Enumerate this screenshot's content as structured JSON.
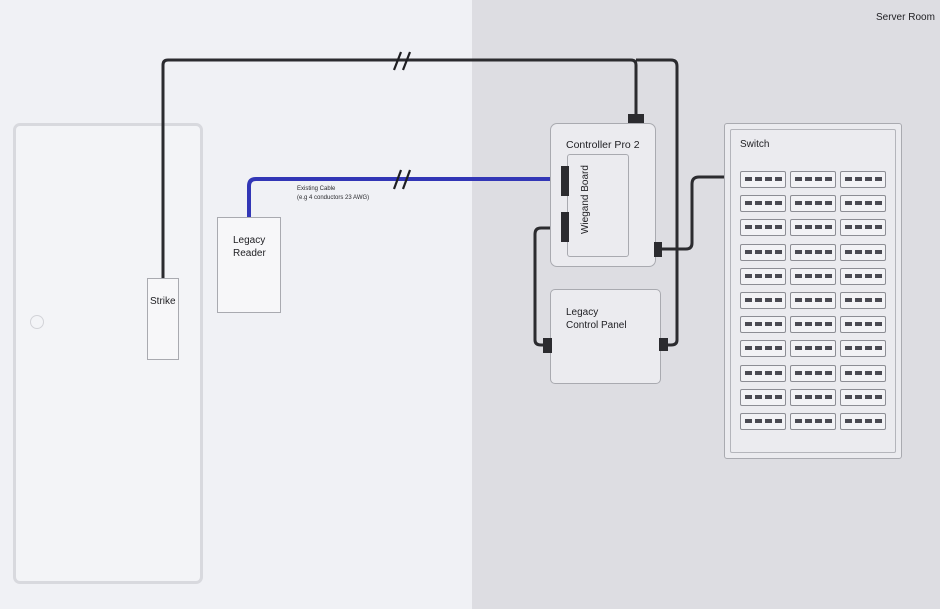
{
  "zone_label": "Server Room",
  "devices": {
    "strike": "Strike",
    "legacy_reader": [
      "Legacy",
      "Reader"
    ],
    "controller": "Controller Pro 2",
    "wiegand_board": "Wiegand Board",
    "legacy_panel": [
      "Legacy",
      "Control Panel"
    ],
    "switch": "Switch"
  },
  "cable_note": [
    "Existing Cable",
    "(e.g 4 conductors 23 AWG)"
  ],
  "switch_ports": {
    "columns": 3,
    "rows": 11
  },
  "colors": {
    "door_side_bg": "#f0f1f5",
    "server_room_bg": "#dddde2",
    "wire_dark": "#2b2b2f",
    "wire_wiegand": "#3236b6"
  },
  "icons": [
    "cable-break-icon",
    "cable-break-icon",
    "door-knob-icon"
  ]
}
